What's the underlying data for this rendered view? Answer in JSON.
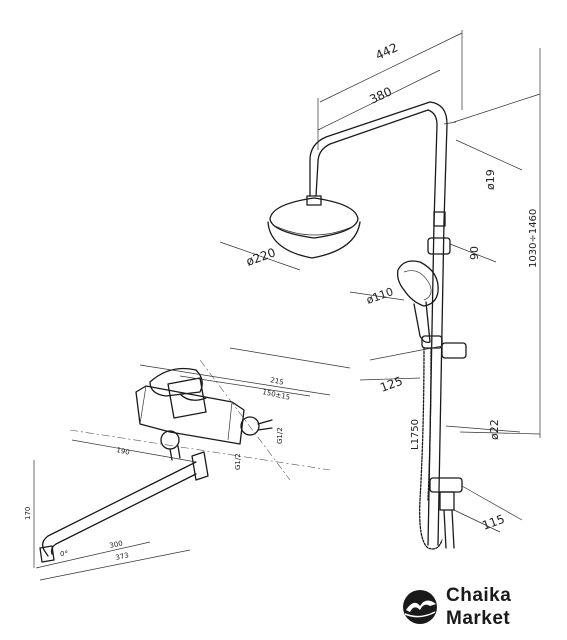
{
  "diagram": {
    "shower_dims": {
      "width_overall": "442",
      "arm_length": "380",
      "arm_diameter": "ø19",
      "head_diameter": "ø220",
      "slider_offset": "90",
      "handshower_diameter": "ø110",
      "height_range": "1030÷1460",
      "holder_offset": "125",
      "hose_length": "L1750",
      "rail_diameter": "ø22",
      "bottom_offset": "115"
    },
    "mixer_dims": {
      "depth_overall": "215",
      "connection_distance": "150±15",
      "thread_top": "G1/2",
      "thread_bottom": "G1/2",
      "spout_reach_inner": "190",
      "height": "170",
      "spout_length": "300",
      "spout_length_overall": "373",
      "spout_angle": "0°"
    }
  },
  "brand": {
    "name_line1": "Chaika",
    "name_line2": "Market",
    "logo_icon": "seagull-icon"
  }
}
